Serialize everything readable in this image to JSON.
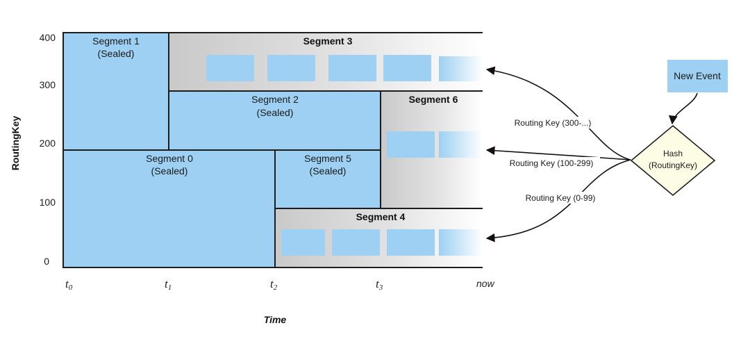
{
  "axis": {
    "y_title": "RoutingKey",
    "x_title": "Time",
    "y_ticks": [
      "400",
      "300",
      "200",
      "100",
      "0"
    ],
    "x_ticks": [
      {
        "base": "t",
        "sub": "0"
      },
      {
        "base": "t",
        "sub": "1"
      },
      {
        "base": "t",
        "sub": "2"
      },
      {
        "base": "t",
        "sub": "3"
      },
      {
        "base": "now",
        "sub": ""
      }
    ]
  },
  "segments": {
    "seg1": {
      "name": "Segment 1",
      "state": "(Sealed)"
    },
    "seg2": {
      "name": "Segment 2",
      "state": "(Sealed)"
    },
    "seg0": {
      "name": "Segment 0",
      "state": "(Sealed)"
    },
    "seg5": {
      "name": "Segment 5",
      "state": "(Sealed)"
    },
    "seg3": {
      "name": "Segment 3"
    },
    "seg6": {
      "name": "Segment 6"
    },
    "seg4": {
      "name": "Segment 4"
    }
  },
  "routing": {
    "high": "Routing Key (300-...)",
    "mid": "Routing Key (100-299)",
    "low": "Routing Key (0-99)"
  },
  "hash": {
    "line1": "Hash",
    "line2": "(RoutingKey)"
  },
  "event": {
    "label": "New Event"
  },
  "colors": {
    "segment_fill": "#9dd0f2",
    "hash_fill": "#fdfde6",
    "active_gray": "#d6d6d6"
  }
}
